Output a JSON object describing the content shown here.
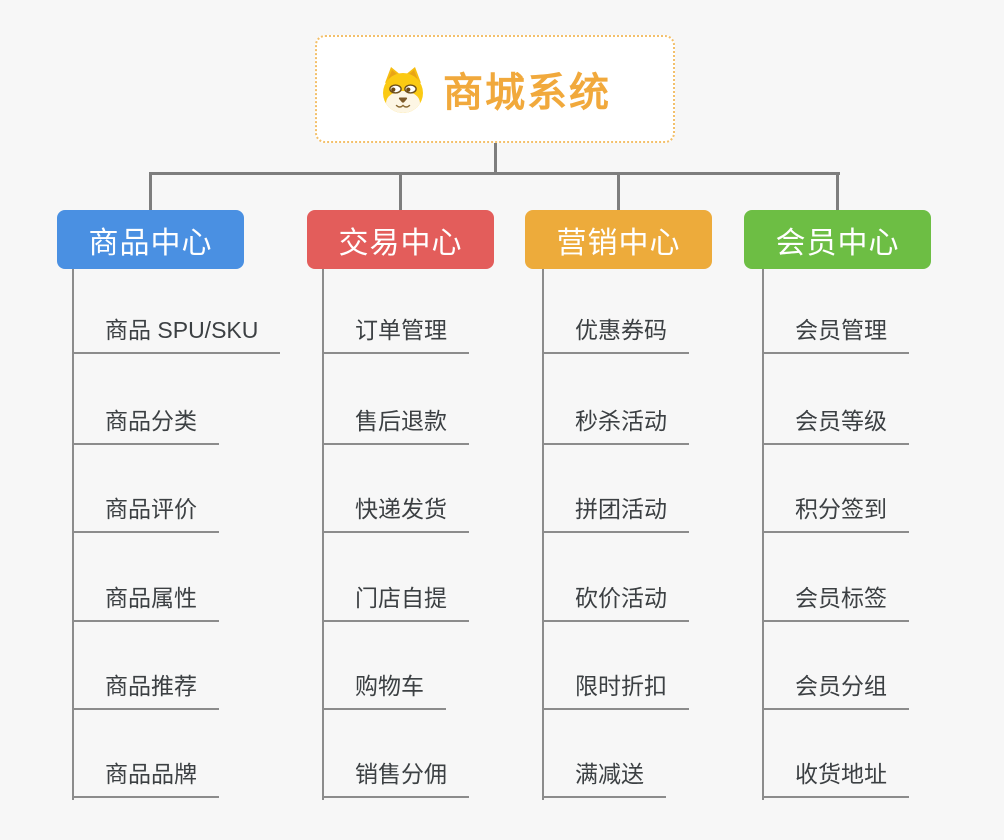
{
  "root": {
    "title": "商城系统",
    "icon": "dog-face"
  },
  "branches": [
    {
      "label": "商品中心",
      "color": "#4a90e2",
      "items": [
        "商品 SPU/SKU",
        "商品分类",
        "商品评价",
        "商品属性",
        "商品推荐",
        "商品品牌"
      ]
    },
    {
      "label": "交易中心",
      "color": "#e35d5b",
      "items": [
        "订单管理",
        "售后退款",
        "快递发货",
        "门店自提",
        "购物车",
        "销售分佣"
      ]
    },
    {
      "label": "营销中心",
      "color": "#edab3b",
      "items": [
        "优惠券码",
        "秒杀活动",
        "拼团活动",
        "砍价活动",
        "限时折扣",
        "满减送"
      ]
    },
    {
      "label": "会员中心",
      "color": "#6dbe44",
      "items": [
        "会员管理",
        "会员等级",
        "积分签到",
        "会员标签",
        "会员分组",
        "收货地址"
      ]
    }
  ],
  "palette": {
    "background": "#f7f7f7",
    "title_color": "#f1a93c",
    "root_border_color": "#f3c06b",
    "connector_color": "#7e7e7e",
    "underline_color": "#8c8c8c",
    "leaf_text_color": "#3c4043",
    "header_text_color": "#ffffff"
  }
}
